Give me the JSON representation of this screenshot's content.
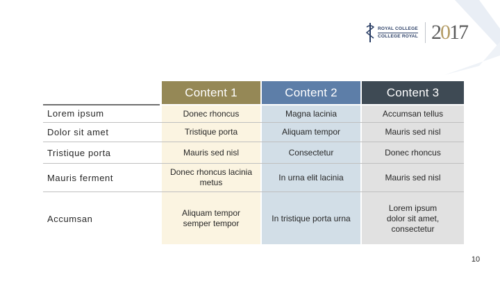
{
  "logo": {
    "line1": "ROYAL COLLEGE",
    "line2": "COLLEGE ROYAL",
    "year_prefix": "2",
    "year_accent": "0",
    "year_suffix": "17"
  },
  "table": {
    "columns": [
      "Content 1",
      "Content 2",
      "Content 3"
    ],
    "rows": [
      {
        "label": "Lorem ipsum",
        "cells": [
          "Donec rhoncus",
          "Magna lacinia",
          "Accumsan tellus"
        ]
      },
      {
        "label": "Dolor sit amet",
        "cells": [
          "Tristique porta",
          "Aliquam tempor",
          "Mauris sed nisl"
        ]
      },
      {
        "label": "Tristique porta",
        "cells": [
          "Mauris sed nisl",
          "Consectetur",
          "Donec rhoncus"
        ]
      },
      {
        "label": "Mauris ferment",
        "cells": [
          "Donec rhoncus lacinia metus",
          "In urna elit lacinia",
          "Mauris sed nisl"
        ]
      },
      {
        "label": "Accumsan",
        "cells": [
          "Aliquam tempor semper tempor",
          "In tristique porta urna",
          "Lorem ipsum dolor sit amet, consectetur"
        ]
      }
    ]
  },
  "page_number": "10",
  "colors": {
    "content1_header": "#958856",
    "content2_header": "#5d7ea8",
    "content3_header": "#3e4a54",
    "content1_fill": "#fbf4e1",
    "content2_fill": "#d2dee7",
    "content3_fill": "#e1e1e1"
  }
}
